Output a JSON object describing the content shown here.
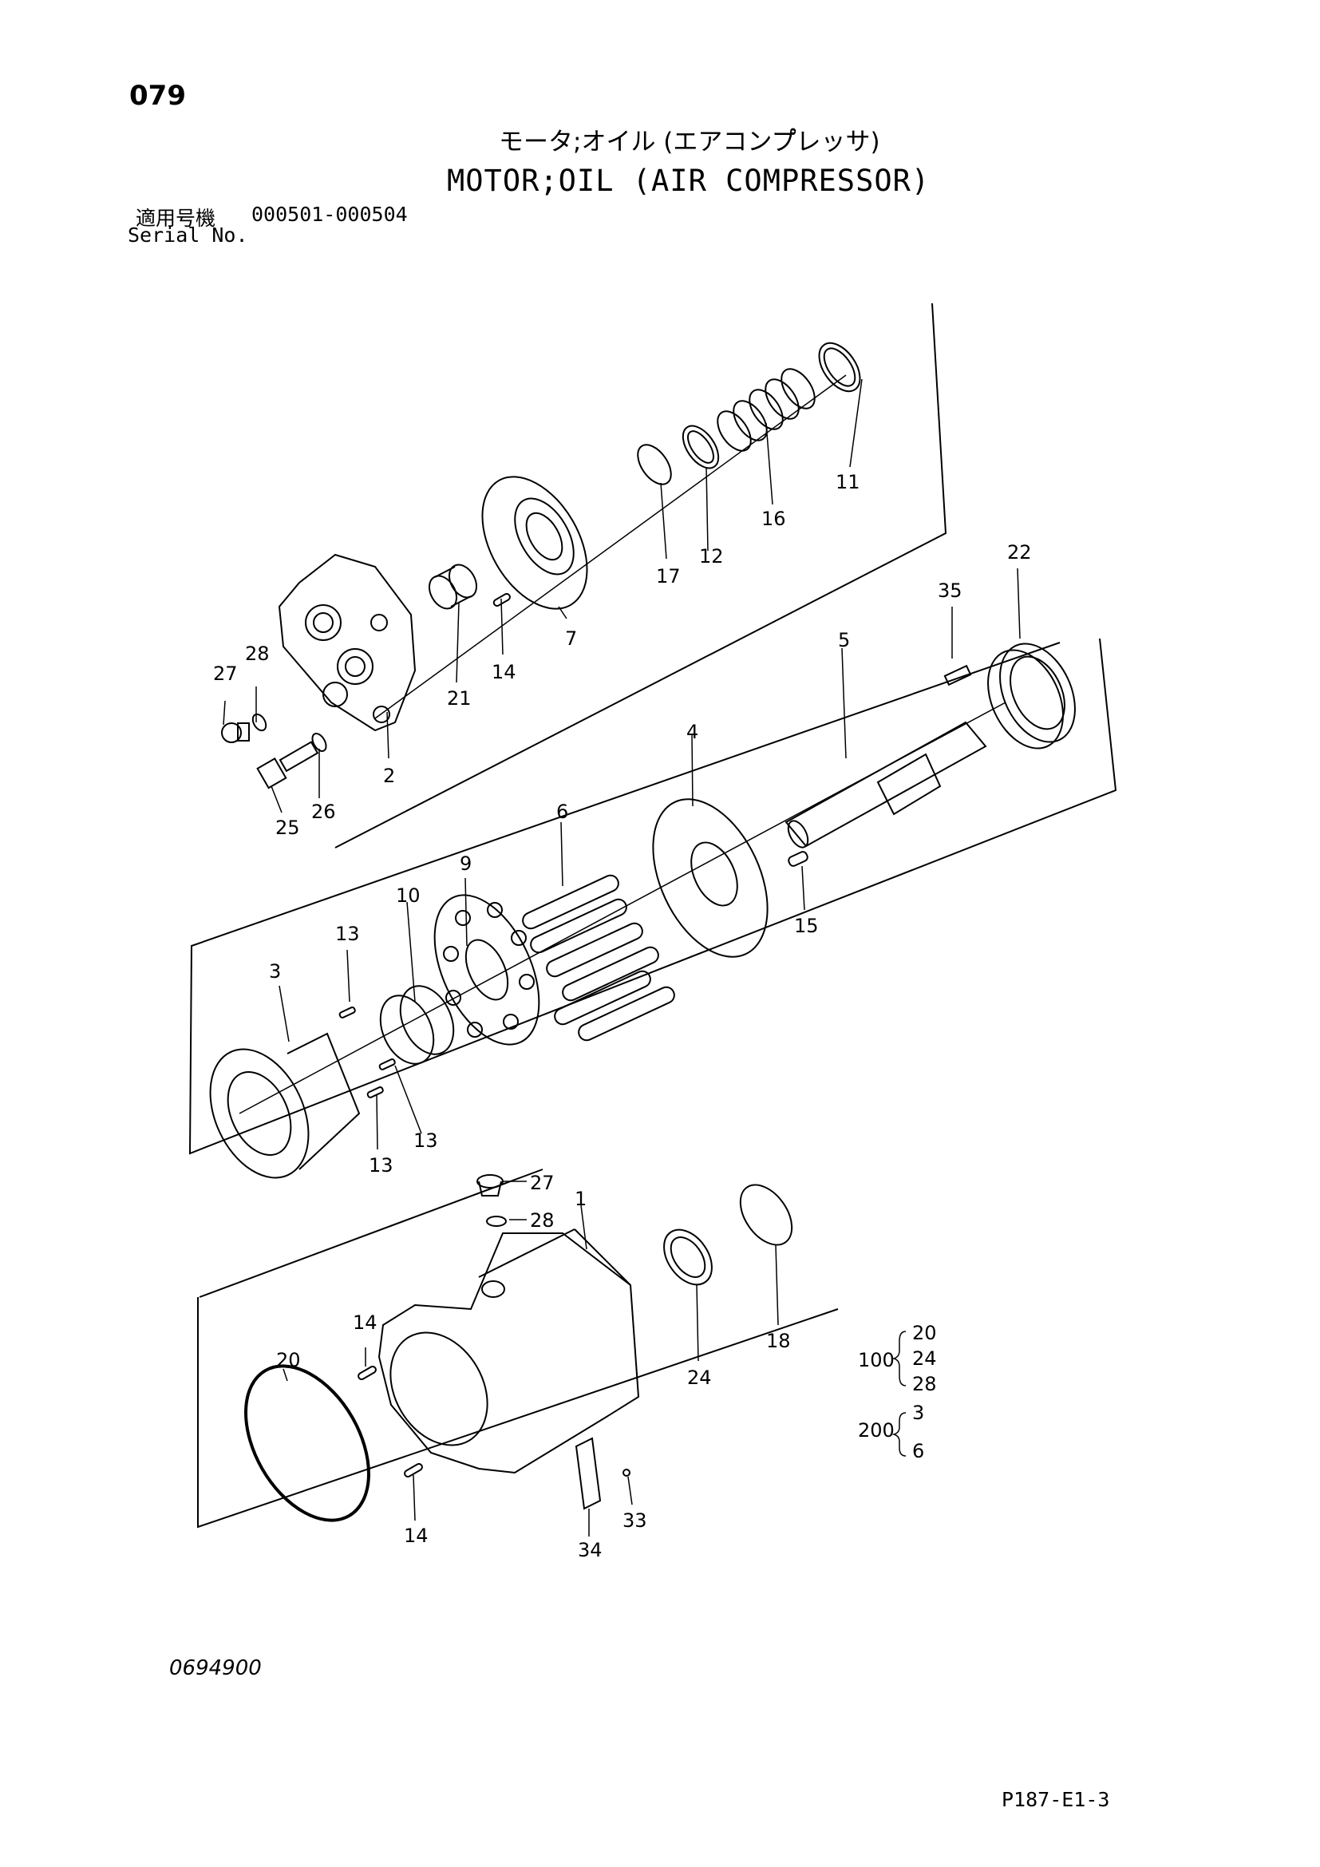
{
  "header": {
    "page_number": "079",
    "title_jp": "モータ;オイル (エアコンプ゚レッサ)",
    "title_en": "MOTOR;OIL (AIR COMPRESSOR)",
    "serial_label_jp": "適用号機",
    "serial_range": "000501-000504",
    "serial_label_en": "Serial No."
  },
  "footer": {
    "drawing_number": "0694900",
    "figure_code": "P187-E1-3"
  },
  "callouts": {
    "p1": "1",
    "p2": "2",
    "p3": "3",
    "p4": "4",
    "p5": "5",
    "p6": "6",
    "p7": "7",
    "p9": "9",
    "p10": "10",
    "p11": "11",
    "p12": "12",
    "p13a": "13",
    "p13b": "13",
    "p13c": "13",
    "p14a": "14",
    "p14b": "14",
    "p14c": "14",
    "p15": "15",
    "p16": "16",
    "p17": "17",
    "p18": "18",
    "p20": "20",
    "p21": "21",
    "p22": "22",
    "p24": "24",
    "p25": "25",
    "p26": "26",
    "p27a": "27",
    "p27b": "27",
    "p28a": "28",
    "p28b": "28",
    "p33": "33",
    "p34": "34",
    "p35": "35"
  },
  "kits": [
    {
      "number": "100",
      "parts": [
        "20",
        "24",
        "28"
      ]
    },
    {
      "number": "200",
      "parts": [
        "3",
        "6"
      ]
    }
  ]
}
